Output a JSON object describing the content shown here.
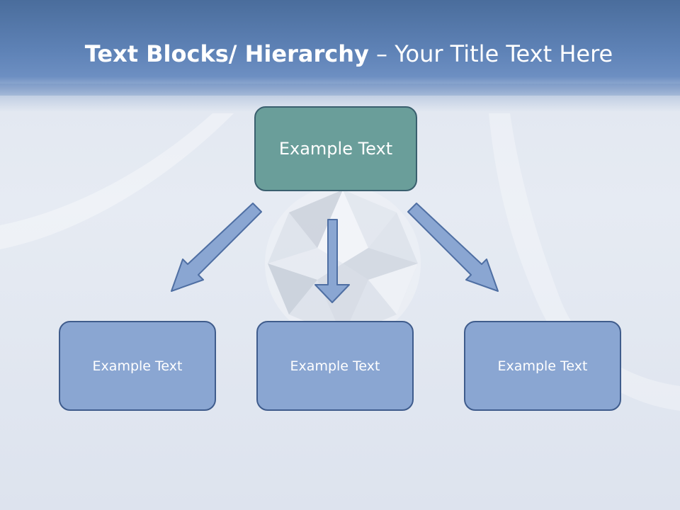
{
  "title": {
    "bold_part": "Text Blocks/ Hierarchy",
    "separator": " – ",
    "regular_part": "Your Title Text Here"
  },
  "diagram": {
    "top_box": {
      "label": "Example Text"
    },
    "child_boxes": [
      {
        "label": "Example Text"
      },
      {
        "label": "Example Text"
      },
      {
        "label": "Example Text"
      }
    ]
  },
  "colors": {
    "header": "#5f83b7",
    "top_box_fill": "#6a9e9a",
    "top_box_border": "#3a5f6e",
    "child_box_fill": "#8aa6d2",
    "child_box_border": "#3f5c8c",
    "arrow_fill": "#8aa6d2",
    "arrow_border": "#4f6fa3"
  }
}
